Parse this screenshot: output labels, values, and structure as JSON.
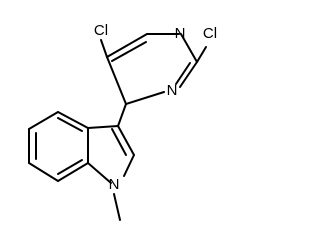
{
  "molecule": {
    "atoms": {
      "cl_top": "Cl",
      "n_pyrimidine_top": "N",
      "cl_right": "Cl",
      "n_pyrimidine_middle": "N",
      "n_indole": "N"
    }
  },
  "colors": {
    "bond": "#000000",
    "text": "#000000",
    "background": "#ffffff"
  }
}
